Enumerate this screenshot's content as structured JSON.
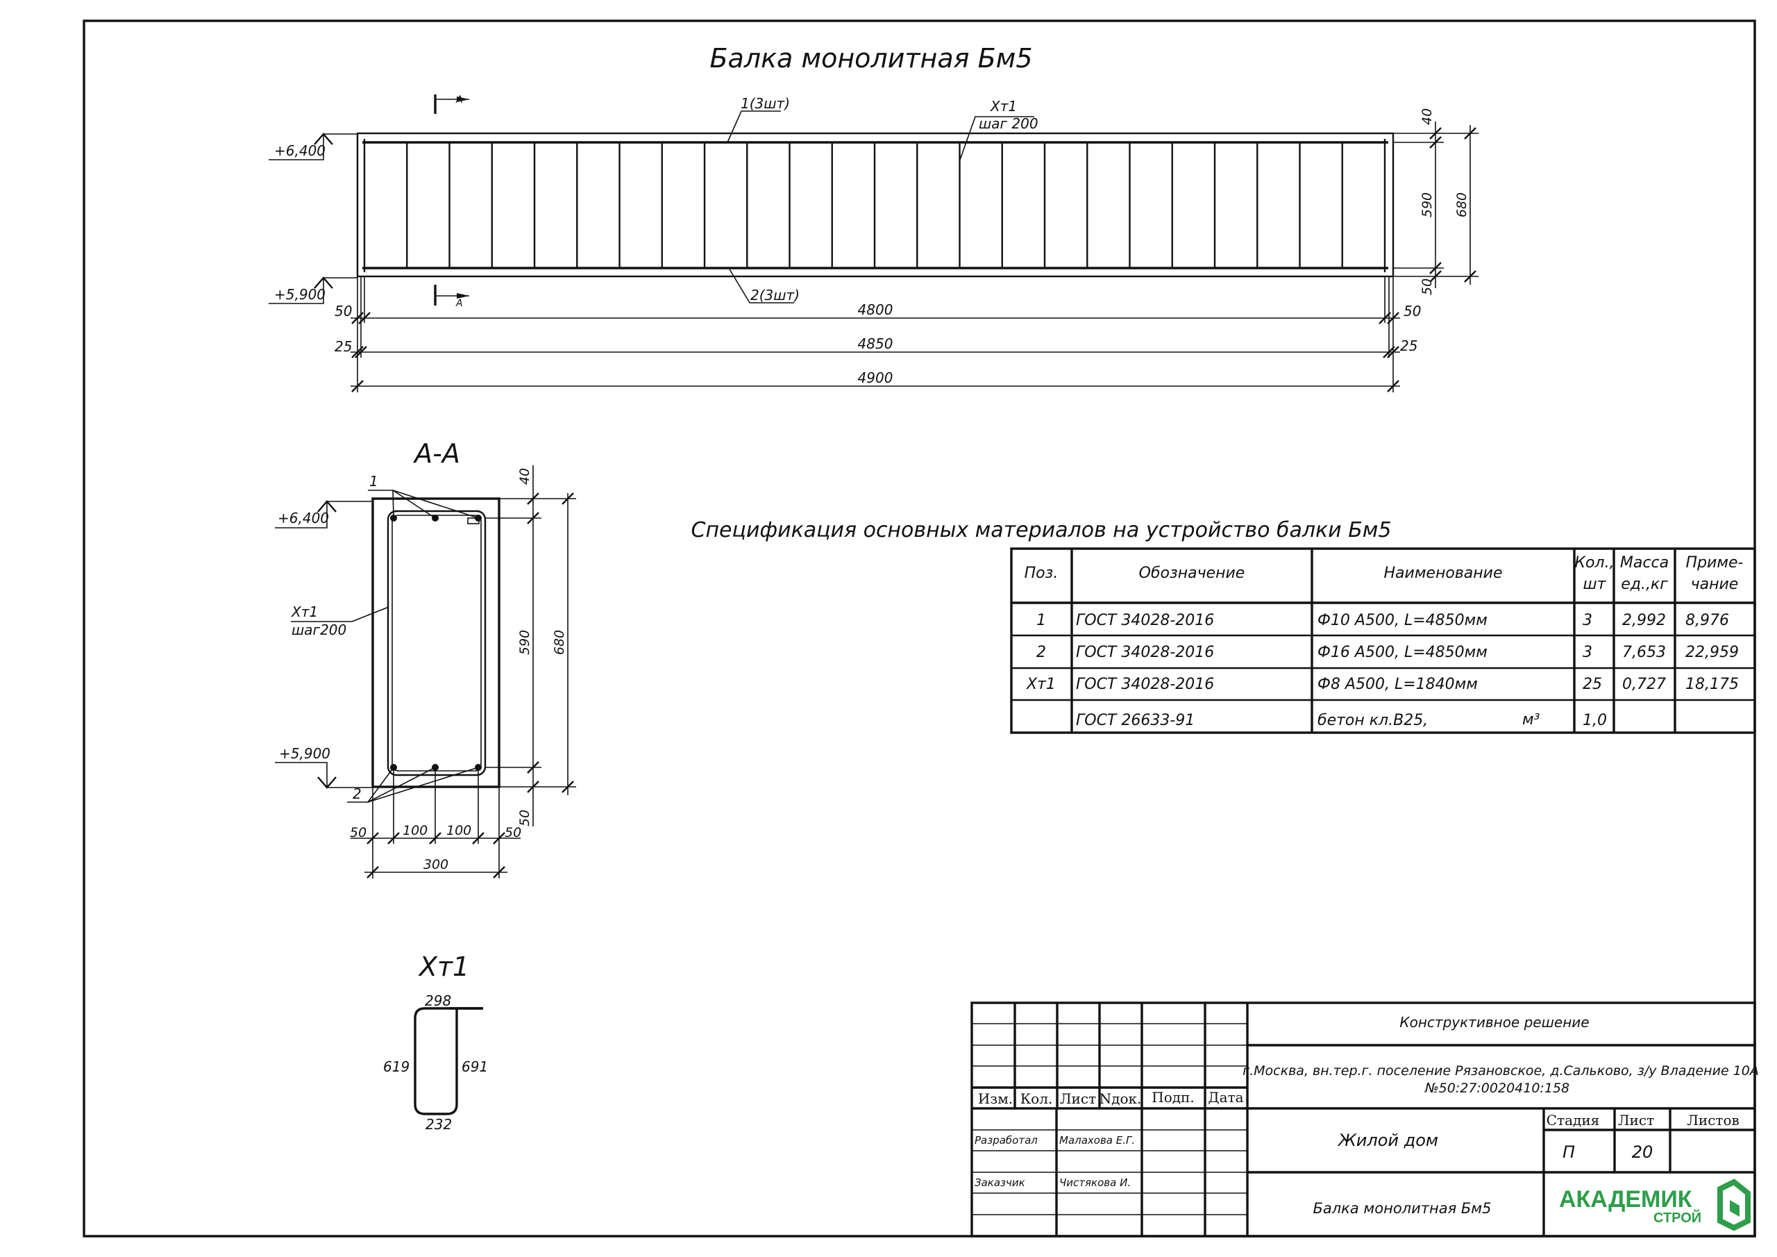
{
  "main_title": "Балка монолитная Бм5",
  "elevation": {
    "marks": [
      "+6,400",
      "+5,900"
    ],
    "section_marker": "А",
    "rebar_top_label": "1(3шт)",
    "rebar_bottom_label": "2(3шт)",
    "stirrup_label": "Хт1",
    "stirrup_step": "шаг 200",
    "dims_right": [
      "40",
      "590",
      "50",
      "680"
    ],
    "dims_bottom": [
      "4800",
      "4850",
      "4900"
    ],
    "dims_ends": [
      "50",
      "50",
      "25",
      "25"
    ]
  },
  "section": {
    "title": "А-А",
    "marks": [
      "+6,400",
      "+5,900"
    ],
    "top_bar_pos": "1",
    "bottom_bar_pos": "2",
    "stirrup_label": "Хт1",
    "stirrup_step": "шаг200",
    "dims_right": [
      "40",
      "590",
      "50",
      "680"
    ],
    "dims_bottom": [
      "50",
      "100",
      "100",
      "50"
    ],
    "width": "300"
  },
  "stirrup_detail": {
    "title": "Хт1",
    "dims": [
      "298",
      "619",
      "691",
      "232"
    ]
  },
  "spec": {
    "title": "Спецификация основных материалов на устройство балки Бм5",
    "headers": [
      "Поз.",
      "Обозначение",
      "Наименование",
      "Кол., шт",
      "Масса ед.,кг",
      "Приме- чание"
    ],
    "header_lines": {
      "qty": [
        "Кол.,",
        "шт"
      ],
      "mass": [
        "Масса",
        "ед.,кг"
      ],
      "note": [
        "Приме-",
        "чание"
      ]
    },
    "rows": [
      [
        "1",
        "ГОСТ 34028-2016",
        "Ф10 А500, L=4850мм",
        "3",
        "2,992",
        "8,976"
      ],
      [
        "2",
        "ГОСТ 34028-2016",
        "Ф16 А500, L=4850мм",
        "3",
        "7,653",
        "22,959"
      ],
      [
        "Хт1",
        "ГОСТ 34028-2016",
        "Ф8 А500, L=1840мм",
        "25",
        "0,727",
        "18,175"
      ],
      [
        "",
        "ГОСТ 26633-91",
        "бетон кл.В25,",
        "1,0",
        "",
        ""
      ]
    ],
    "unit_m3": "м³"
  },
  "title_block": {
    "col_headers": [
      "Изм.",
      "Кол.",
      "Лист",
      "Nдок.",
      "Подп.",
      "Дата"
    ],
    "developed_label": "Разработал",
    "developed_name": "Малахова Е.Г.",
    "customer_label": "Заказчик",
    "customer_name": "Чистякова И.",
    "section_name": "Конструктивное решение",
    "address_line1": "г.Москва, вн.тер.г. поселение Рязановское, д.Сальково, з/у Владение 10А",
    "address_line2": "№50:27:0020410:158",
    "object": "Жилой дом",
    "sheet_title": "Балка монолитная Бм5",
    "stage_label": "Стадия",
    "sheet_label": "Лист",
    "sheets_label": "Листов",
    "stage": "П",
    "sheet": "20",
    "sheets": "",
    "logo_main": "АКАДЕМИК",
    "logo_sub": "СТРОЙ",
    "logo_color": "#2e9e4a"
  }
}
